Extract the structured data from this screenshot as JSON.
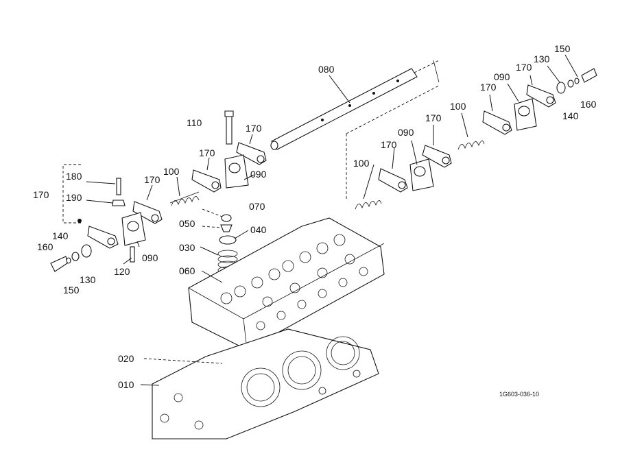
{
  "diagram": {
    "code": "1G603-036-10",
    "labels": {
      "l080": "080",
      "l110": "110",
      "l170a": "170",
      "l170b": "170",
      "l090a": "090",
      "l180": "180",
      "l170c": "170",
      "l100a": "100",
      "l170d": "170",
      "l190": "190",
      "l070": "070",
      "l050": "050",
      "l040": "040",
      "l140a": "140",
      "l160a": "160",
      "l090b": "090",
      "l030": "030",
      "l130a": "130",
      "l120": "120",
      "l150a": "150",
      "l060": "060",
      "l020": "020",
      "l010": "010",
      "l100b": "100",
      "l170e": "170",
      "l090c": "090",
      "l170f": "170",
      "l100c": "100",
      "l170g": "170",
      "l090d": "090",
      "l170h": "170",
      "l130b": "130",
      "l150b": "150",
      "l160b": "160",
      "l140b": "140"
    }
  }
}
